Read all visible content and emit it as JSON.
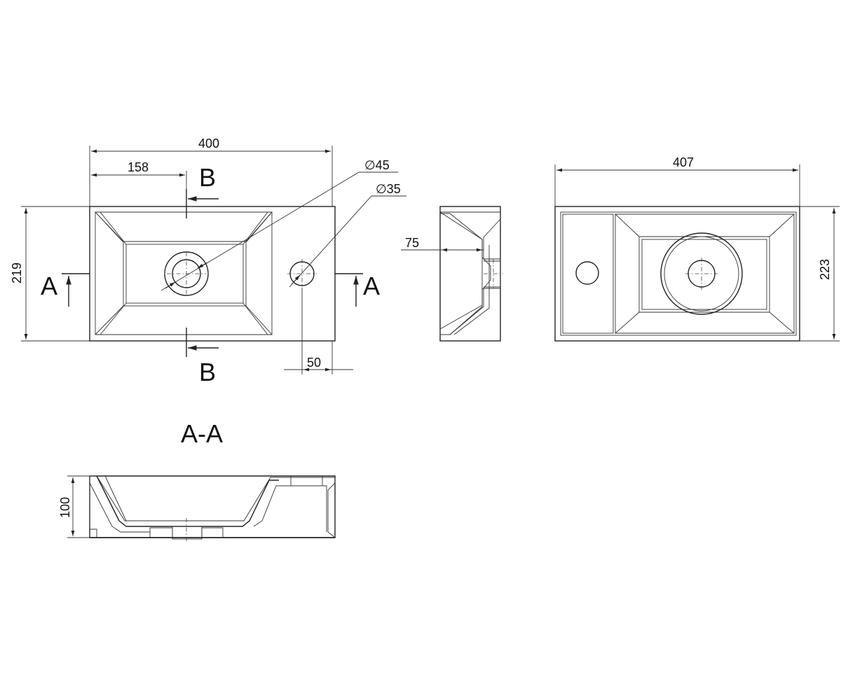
{
  "dimensions": {
    "top_width": "400",
    "hole_offset": "158",
    "drain_diameter": "∅45",
    "tap_diameter": "∅35",
    "top_depth": "219",
    "tap_offset": "50",
    "side_depth": "75",
    "bottom_width": "407",
    "bottom_depth": "223",
    "section_height": "100"
  },
  "section_marks": {
    "b_top": "B",
    "b_bottom": "B",
    "a_left": "A",
    "a_right": "A"
  },
  "section_title": "A-A"
}
